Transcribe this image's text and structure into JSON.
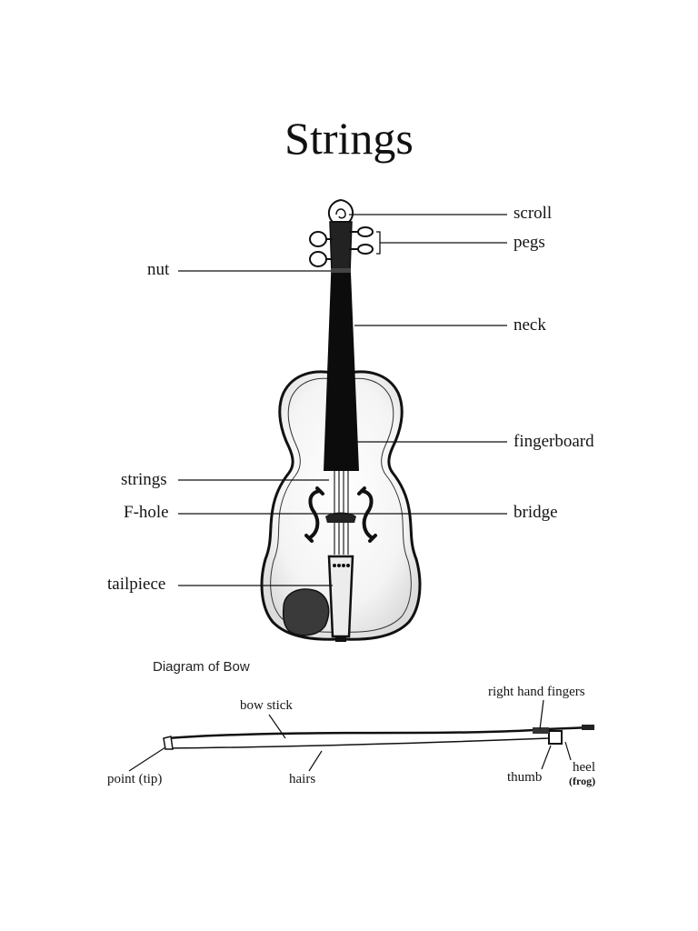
{
  "page": {
    "title": "Strings"
  },
  "violin": {
    "labels": {
      "scroll": "scroll",
      "pegs": "pegs",
      "nut": "nut",
      "neck": "neck",
      "fingerboard": "fingerboard",
      "strings": "strings",
      "f_hole": "F-hole",
      "bridge": "bridge",
      "tailpiece": "tailpiece"
    }
  },
  "bow": {
    "caption": "Diagram of Bow",
    "labels": {
      "bow_stick": "bow stick",
      "right_hand_fingers": "right hand fingers",
      "point": "point (tip)",
      "hairs": "hairs",
      "thumb": "thumb",
      "heel": "heel",
      "frog": "(frog)"
    }
  },
  "colors": {
    "ink": "#111111",
    "fingerboard": "#0c0c0c",
    "body_shade": "#e9e9e9"
  }
}
